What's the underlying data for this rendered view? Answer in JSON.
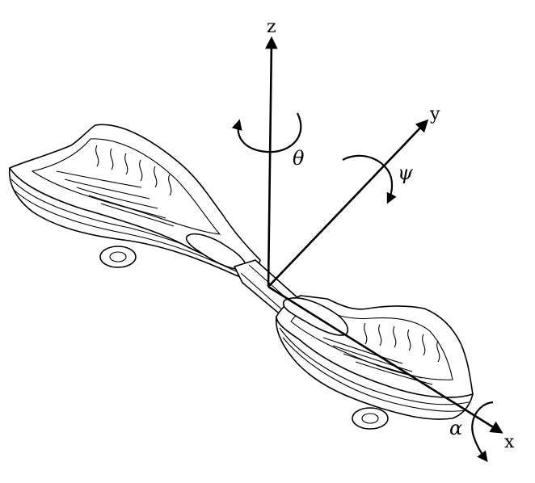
{
  "axes": {
    "z": "z",
    "y": "y",
    "x": "x"
  },
  "rotations": {
    "theta": "θ",
    "psi": "ψ",
    "alpha": "α"
  },
  "colors": {
    "ink": "#000000",
    "background": "#ffffff"
  }
}
